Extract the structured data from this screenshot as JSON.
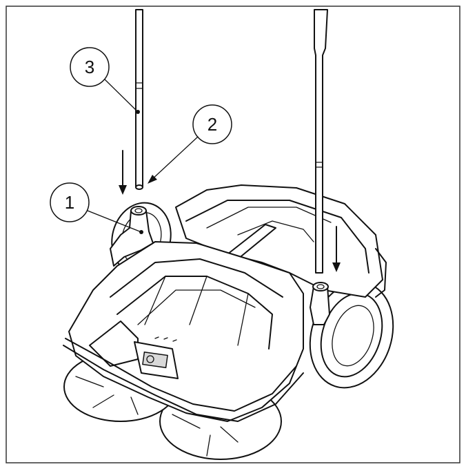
{
  "figure": {
    "frame_color": "#333333",
    "line_color": "#111111",
    "callouts": [
      {
        "id": "callout-1",
        "label": "1",
        "meaning": "handle-socket"
      },
      {
        "id": "callout-2",
        "label": "2",
        "meaning": "handle-bottom-end"
      },
      {
        "id": "callout-3",
        "label": "3",
        "meaning": "handle-tube"
      }
    ]
  }
}
